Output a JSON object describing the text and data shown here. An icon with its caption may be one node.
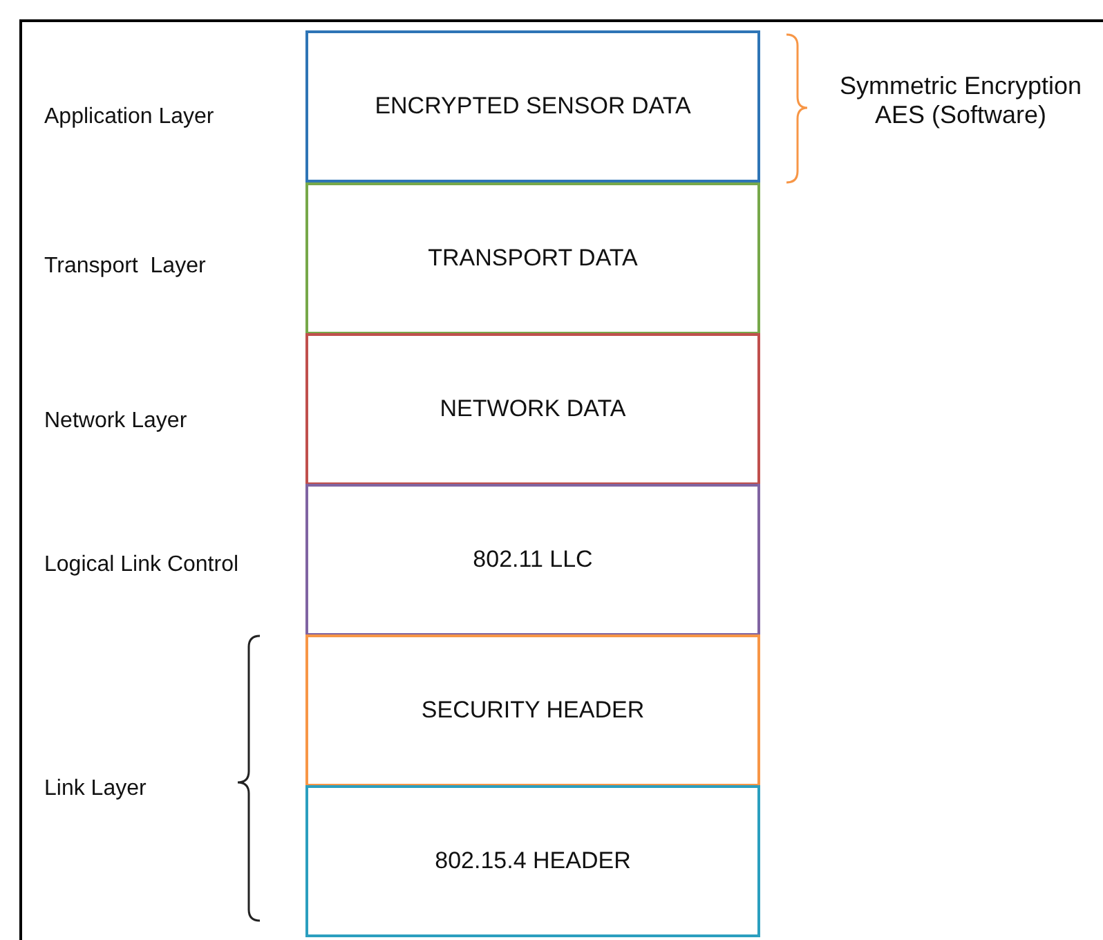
{
  "diagram": {
    "nodes": [
      {
        "text": [
          "ENCRYPTED SENSOR DATA"
        ]
      },
      {
        "text": [
          "TRANSPORT DATA"
        ]
      },
      {
        "text": [
          "NETWORK DATA"
        ]
      },
      {
        "text": [
          "802.11 LLC"
        ]
      },
      {
        "text": [
          "SECURITY HEADER"
        ]
      },
      {
        "text": [
          "802.15.4 HEADER"
        ]
      }
    ],
    "labels": [
      "Application Layer",
      "Symmetric Encryption AES (Software)",
      "Transport  Layer",
      "Network Layer",
      "Logical Link Control",
      "Link Layer"
    ]
  }
}
